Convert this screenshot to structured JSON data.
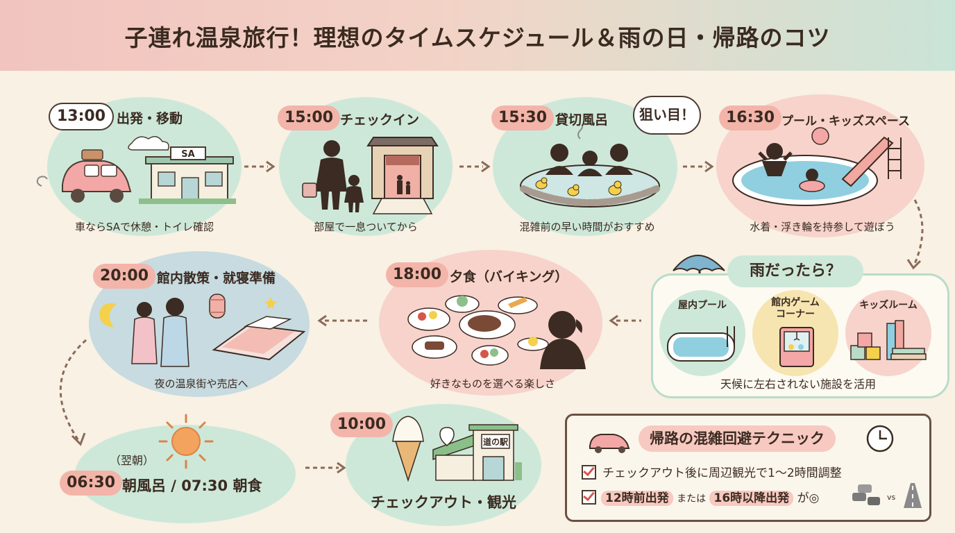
{
  "title": "子連れ温泉旅行！理想のタイムスケジュール＆雨の日・帰路のコツ",
  "steps": [
    {
      "time": "13:00",
      "label": "出発・移動",
      "caption": "車ならSAで休憩・トイレ確認",
      "sign": "SA"
    },
    {
      "time": "15:00",
      "label": "チェックイン",
      "caption": "部屋で一息ついてから"
    },
    {
      "time": "15:30",
      "label": "貸切風呂",
      "caption": "混雑前の早い時間がおすすめ",
      "badge": "狙い目！"
    },
    {
      "time": "16:30",
      "label": "プール・キッズスペース",
      "caption": "水着・浮き輪を持参して遊ぼう"
    },
    {
      "time": "18:00",
      "label": "夕食（バイキング）",
      "caption": "好きなものを選べる楽しさ"
    },
    {
      "time": "20:00",
      "label": "館内散策・就寝準備",
      "caption": "夜の温泉街や売店へ"
    },
    {
      "prefix": "（翌朝）",
      "time": "06:30",
      "label": "朝風呂 / 07:30 朝食"
    },
    {
      "time": "10:00",
      "label": "チェックアウト・観光",
      "shop_sign": "道の駅"
    }
  ],
  "rain": {
    "title": "雨だったら？",
    "items": [
      {
        "label": "屋内プール"
      },
      {
        "label": "館内ゲーム\nコーナー"
      },
      {
        "label": "キッズルーム"
      }
    ],
    "caption": "天候に左右されない施設を活用"
  },
  "tips": {
    "title": "帰路の混雑回避テクニック",
    "line1": "チェックアウト後に周辺観光で1～2時間調整",
    "line2_h1": "12時前出発",
    "line2_mid": "または",
    "line2_h2": "16時以降出発",
    "line2_end": "が◎",
    "vs": "vs"
  },
  "colors": {
    "mint": "#cde8d9",
    "pink": "#f7d3cc",
    "accent": "#f3b4aa",
    "text": "#3a2a20"
  }
}
